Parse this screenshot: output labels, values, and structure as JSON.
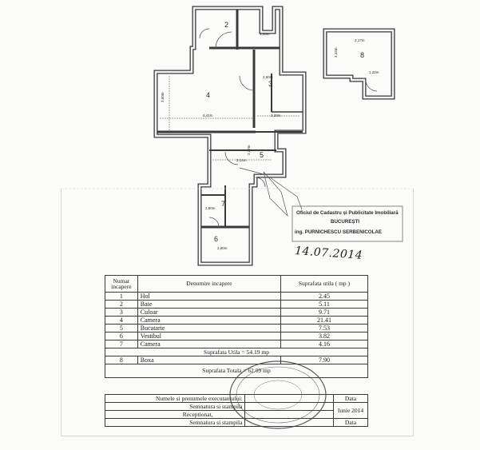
{
  "plan": {
    "rooms": [
      "2",
      "3",
      "4",
      "5",
      "7",
      "6",
      "8"
    ],
    "dims": {
      "d4_w": "5,41m",
      "d4_h": "3,60m",
      "d3_w": "3,20m",
      "d3_h": "2,50m",
      "d5_w": "3,14m",
      "d5_h": "2,27m",
      "d7_w": "2,80m",
      "d6_w": "2,80m",
      "d8_w": "2,17m",
      "d8_h": "3,42m",
      "d8_small": "1,22m",
      "d2_w": "1,43m"
    }
  },
  "stamp": {
    "line1": "Oficiul de Cadastru și Publicitate Imobiliară",
    "line2": "BUCUREȘTI",
    "line3": "ing. PURNICHESCU SERBENICOLAE"
  },
  "signature": {
    "text": "14.07.2014"
  },
  "table": {
    "head_num": "Numar incapere",
    "head_name": "Denumire incapere",
    "head_area": "Suprafata utila ( mp )",
    "rows": [
      {
        "n": "1",
        "name": "Hol",
        "area": "2.45"
      },
      {
        "n": "2",
        "name": "Baie",
        "area": "5.11"
      },
      {
        "n": "3",
        "name": "Culoar",
        "area": "9.71"
      },
      {
        "n": "4",
        "name": "Camera",
        "area": "21.41"
      },
      {
        "n": "5",
        "name": "Bucatarie",
        "area": "7.53"
      },
      {
        "n": "6",
        "name": "Vestibul",
        "area": "3.82"
      },
      {
        "n": "7",
        "name": "Camera",
        "area": "4.16"
      }
    ],
    "sum_util": "Suprafata Utila = 54.19 mp",
    "boxa": {
      "n": "8",
      "name": "Boxa",
      "area": "7.90"
    },
    "sum_total": "Suprafata Totala = 62.09 mp"
  },
  "sign": {
    "r1_label": "Numele si prenumele executantului:",
    "r1_val": "",
    "r1_date": "Data",
    "r2_label": "Semnatura si stampila",
    "r2_date": "Iunie 2014",
    "r3_label": "Receptionat,",
    "r4_label": "Semnatura si stampila",
    "r4_date": "Data"
  }
}
